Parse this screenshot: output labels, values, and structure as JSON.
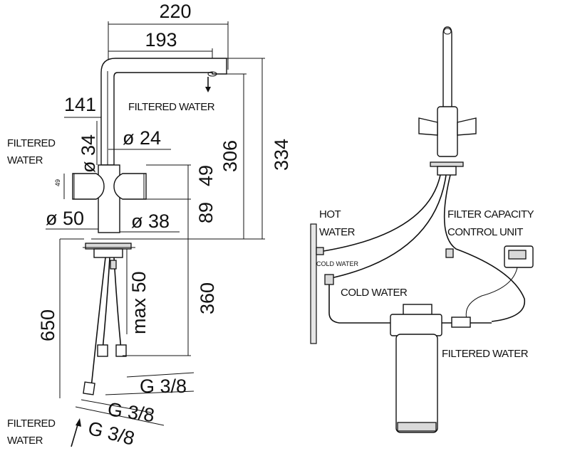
{
  "left_view": {
    "dim_width_total": "220",
    "dim_width_spout": "193",
    "dim_141": "141",
    "dim_height_spout": "306",
    "dim_height_total": "334",
    "dim_diameter_body": "ø 34",
    "dim_diameter_spout": "ø 24",
    "dim_handle_offset": "49",
    "dim_handle_height": "49",
    "dim_base_height": "89",
    "dim_base_diameter": "ø 50",
    "dim_hole_diameter": "ø 38",
    "dim_hose_length": "650",
    "dim_max_thickness": "max 50",
    "dim_shank_length": "360",
    "thread_1": "G 3/8",
    "thread_2": "G 3/8",
    "thread_3": "G 3/8",
    "label_filtered_water_spout": "FILTERED WATER",
    "label_filtered_water_side_1": "FILTERED",
    "label_filtered_water_side_2": "WATER",
    "label_filtered_water_bottom_1": "FILTERED",
    "label_filtered_water_bottom_2": "WATER"
  },
  "right_view": {
    "label_hot_water_1": "HOT",
    "label_hot_water_2": "WATER",
    "label_cold_water_small": "COLD WATER",
    "label_cold_water": "COLD WATER",
    "label_filter_capacity_1": "FILTER CAPACITY",
    "label_filter_capacity_2": "CONTROL UNIT",
    "label_filtered_water": "FILTERED WATER"
  }
}
